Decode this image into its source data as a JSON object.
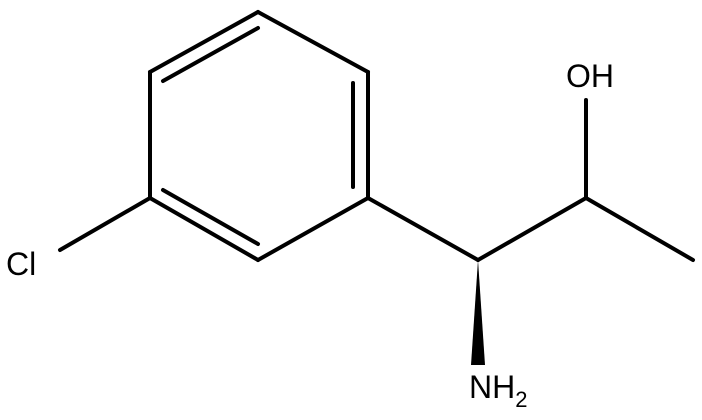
{
  "molecule": {
    "atoms": {
      "cl": "Cl",
      "oh": "OH",
      "nh": "NH",
      "nh_sub": "2"
    },
    "colors": {
      "bond": "#000000",
      "background": "#ffffff"
    }
  }
}
